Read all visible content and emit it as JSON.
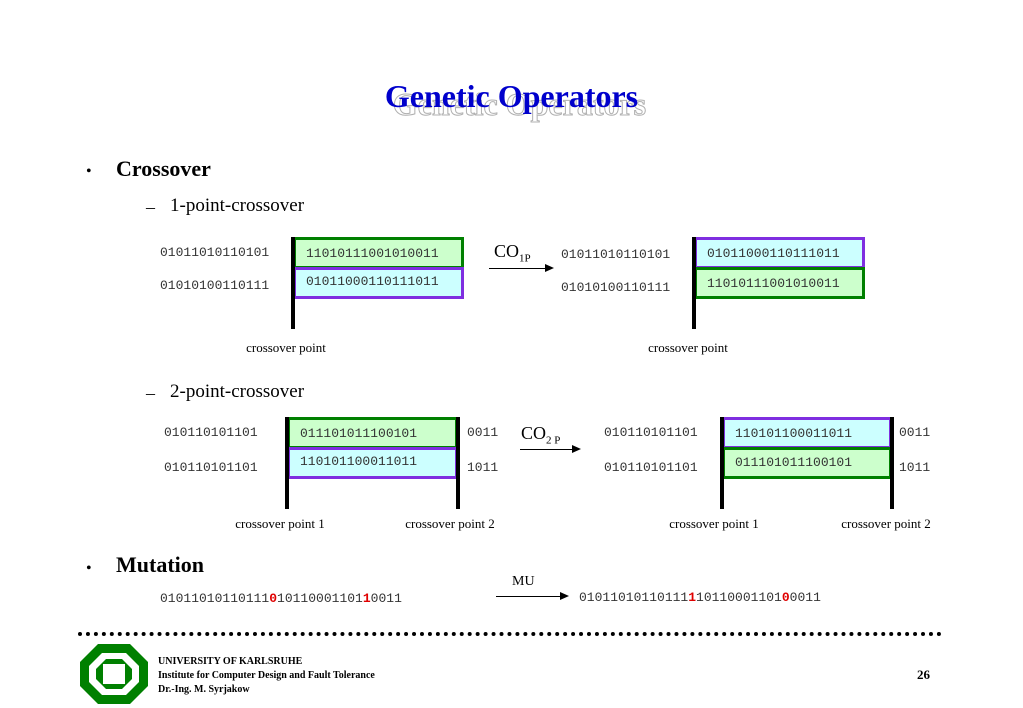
{
  "title": "Genetic Operators",
  "crossover": {
    "label": "Crossover",
    "one_point": {
      "label": "1-point-crossover",
      "operator": "CO",
      "operator_sub": "1P",
      "before": {
        "row1_prefix": "01011010110101",
        "row1_suffix": "11010111001010011",
        "row2_prefix": "01010100110111",
        "row2_suffix": "01011000110111011"
      },
      "after": {
        "row1_prefix": "01011010110101",
        "row1_suffix": "01011000110111011",
        "row2_prefix": "01010100110111",
        "row2_suffix": "11010111001010011"
      },
      "point_label": "crossover point"
    },
    "two_point": {
      "label": "2-point-crossover",
      "operator": "CO",
      "operator_sub": "2 P",
      "before": {
        "row1_prefix": "010110101101",
        "row1_middle": "011101011100101",
        "row1_suffix": "0011",
        "row2_prefix": "010110101101",
        "row2_middle": "110101100011011",
        "row2_suffix": "1011"
      },
      "after": {
        "row1_prefix": "010110101101",
        "row1_middle": "110101100011011",
        "row1_suffix": "0011",
        "row2_prefix": "010110101101",
        "row2_middle": "011101011100101",
        "row2_suffix": "1011"
      },
      "point1_label": "crossover point 1",
      "point2_label": "crossover point 2"
    }
  },
  "mutation": {
    "label": "Mutation",
    "operator": "MU",
    "before": {
      "a": "01011010110111",
      "b": "0",
      "c": "10110001101",
      "d": "1",
      "e": "0011"
    },
    "after": {
      "a": "01011010110111",
      "b": "1",
      "c": "10110001101",
      "d": "0",
      "e": "0011"
    }
  },
  "footer": {
    "line1": "UNIVERSITY OF KARLSRUHE",
    "line2": "Institute for Computer Design and Fault Tolerance",
    "line3": "Dr.-Ing. M. Syrjakow",
    "page": "26"
  },
  "colors": {
    "title": "#0000cc",
    "green_fill": "#ccffcc",
    "green_border": "#008000",
    "cyan_fill": "#ccffff",
    "purple_border": "#7f2fe0",
    "mutation_bit": "#e00000"
  }
}
